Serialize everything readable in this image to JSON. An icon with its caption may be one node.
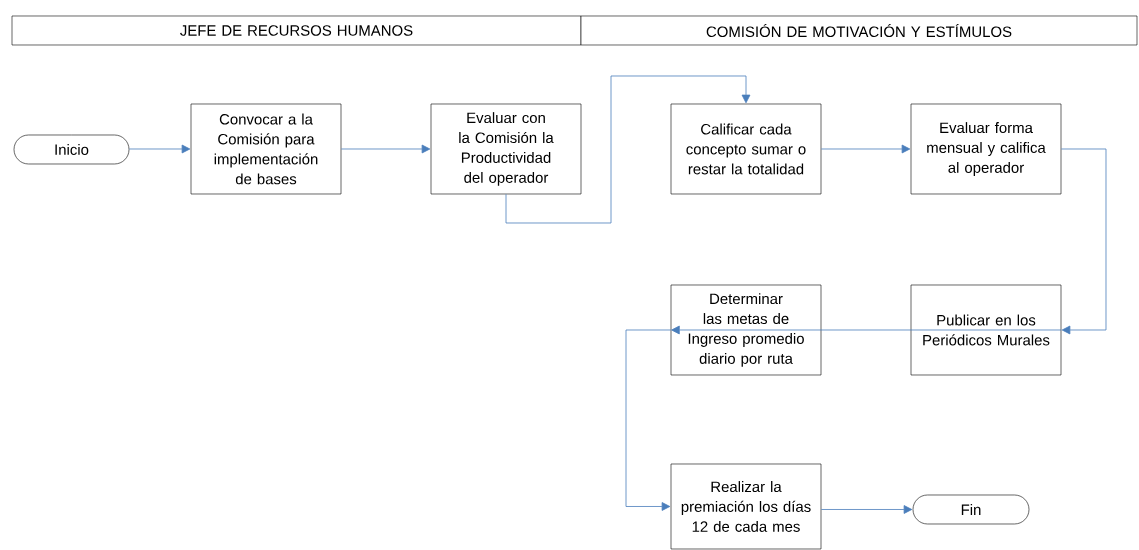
{
  "diagram": {
    "nodes": [
      {
        "text": [
          "JEFE DE RECURSOS HUMANOS"
        ]
      },
      {
        "text": [
          "COMISIÓN DE MOTIVACIÓN Y ESTÍMULOS"
        ]
      },
      {
        "text": [
          "Inicio"
        ]
      },
      {
        "text": [
          "Convocar a la Comisión para implementación de bases"
        ]
      },
      {
        "text": [
          "Evaluar con la Comisión la Productividad del operador"
        ]
      },
      {
        "text": [
          "Calificar cada concepto sumar o restar la totalidad"
        ]
      },
      {
        "text": [
          "Evaluar forma mensual y califica al operador"
        ]
      },
      {
        "text": [
          "Determinar las metas de Ingreso promedio diario por ruta"
        ]
      },
      {
        "text": [
          "Publicar en los Periódicos Murales"
        ]
      },
      {
        "text": [
          "Realizar la premiación los días 12 de cada mes"
        ]
      },
      {
        "text": [
          "Fin"
        ]
      }
    ],
    "edges": [
      {
        "from": 2,
        "to": 3,
        "arrow": "to"
      },
      {
        "from": 3,
        "to": 4,
        "arrow": "to"
      },
      {
        "from": 4,
        "to": 5,
        "arrow": "to"
      },
      {
        "from": 5,
        "to": 6,
        "arrow": "to"
      },
      {
        "from": 6,
        "to": 8,
        "arrow": "to"
      },
      {
        "from": 8,
        "to": 7,
        "arrow": "to"
      },
      {
        "from": 7,
        "to": 9,
        "arrow": "to"
      },
      {
        "from": 9,
        "to": 10,
        "arrow": "to"
      }
    ]
  }
}
